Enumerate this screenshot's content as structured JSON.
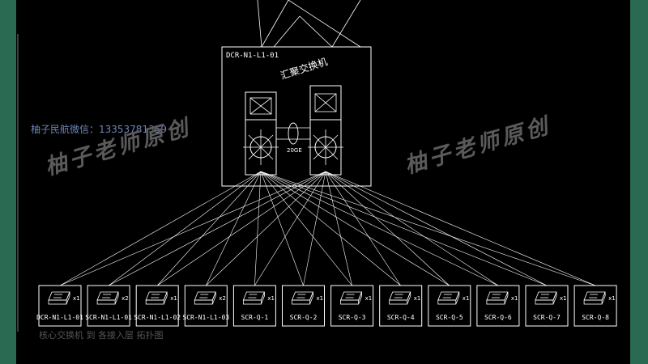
{
  "core": {
    "box_label": "DCR-N1-L1-01",
    "title": "汇聚交换机",
    "link_label": "20GE"
  },
  "watermark": {
    "wechat": "柚子民航微信：13353781359",
    "text": "柚子老师原创"
  },
  "access_switches": [
    {
      "name": "DCR-N1-L1-01",
      "count": "x1"
    },
    {
      "name": "SCR-N1-L1-01",
      "count": "x2"
    },
    {
      "name": "SCR-N1-L1-02",
      "count": "x1"
    },
    {
      "name": "SCR-N1-L1-03",
      "count": "x2"
    },
    {
      "name": "SCR-Q-1",
      "count": "x1"
    },
    {
      "name": "SCR-Q-2",
      "count": "x1"
    },
    {
      "name": "SCR-Q-3",
      "count": "x1"
    },
    {
      "name": "SCR-Q-4",
      "count": "x1"
    },
    {
      "name": "SCR-Q-5",
      "count": "x1"
    },
    {
      "name": "SCR-Q-6",
      "count": "x1"
    },
    {
      "name": "SCR-Q-7",
      "count": "x1"
    },
    {
      "name": "SCR-Q-8",
      "count": "x1"
    }
  ],
  "footer_partial": "核心交换机 到 各接入层 拓扑图"
}
